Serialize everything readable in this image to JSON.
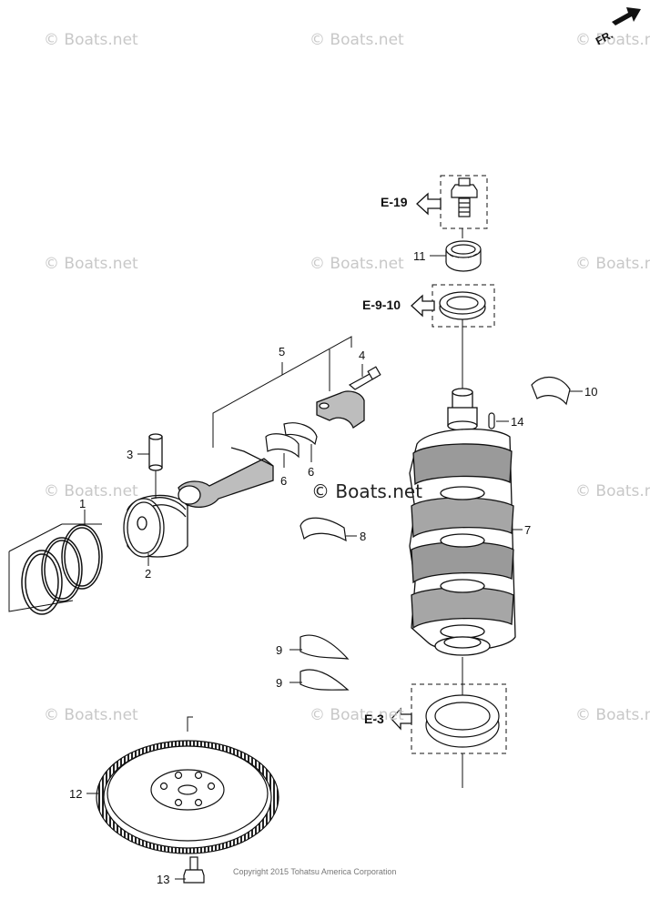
{
  "watermark_text": "© Boats.net",
  "center_watermark_text": "© Boats.net",
  "direction_label": "FR.",
  "copyright_text": "Copyright 2015 Tohatsu America Corporation",
  "references": {
    "e19": "E-19",
    "e910": "E-9-10",
    "e3": "E-3"
  },
  "callouts": {
    "c1": "1",
    "c2": "2",
    "c3": "3",
    "c4": "4",
    "c5": "5",
    "c6a": "6",
    "c6b": "6",
    "c7": "7",
    "c8": "8",
    "c9a": "9",
    "c9b": "9",
    "c10": "10",
    "c11": "11",
    "c12": "12",
    "c13": "13",
    "c14": "14"
  }
}
